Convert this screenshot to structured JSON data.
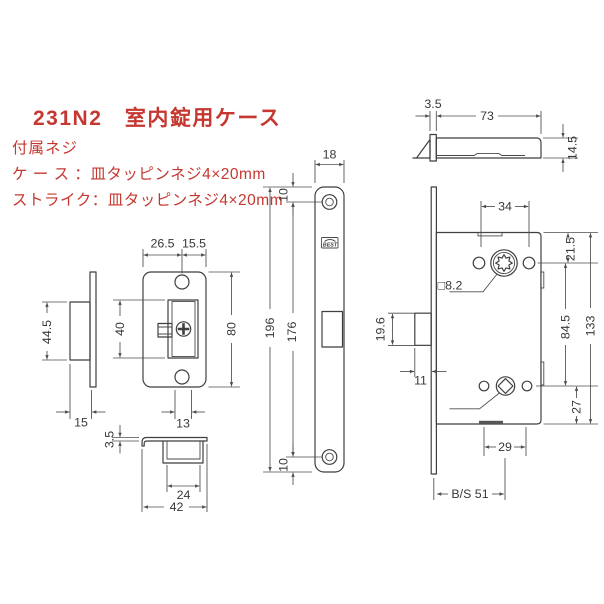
{
  "header": {
    "title": "231N2　室内錠用ケース",
    "notes": [
      "付属ネジ",
      "ケ ー ス ：皿タッピンネジ4×20mm",
      "ストライク：皿タッピンネジ4×20mm"
    ],
    "accent_color": "#c53730"
  },
  "brand": "BEST",
  "views": {
    "case_side": {
      "plate_thickness": "3.5",
      "depth": "73",
      "height": "14.5"
    },
    "faceplate": {
      "width": "18",
      "top_offset": "10",
      "length": "196",
      "screw_pitch": "176",
      "bottom_offset": "10"
    },
    "strike_front": {
      "width_left": "26.5",
      "width_right": "15.5",
      "opening_height": "40",
      "height": "80",
      "tab_width": "13"
    },
    "strike_side": {
      "box_height": "44.5",
      "depth": "15"
    },
    "strike_top": {
      "plate_thickness": "3.5",
      "box_width": "24",
      "width": "42"
    },
    "case_front": {
      "hub_span": "34",
      "top_to_hub": "21.5",
      "hub_hole": "□8.2",
      "latch_height": "19.6",
      "latch_projection": "11",
      "hub_pitch": "84.5",
      "height": "133",
      "hub_to_bottom": "27",
      "bottom_tab": "29",
      "backset": "B/S 51"
    }
  },
  "drawing_line_color": "#3f3f3f"
}
